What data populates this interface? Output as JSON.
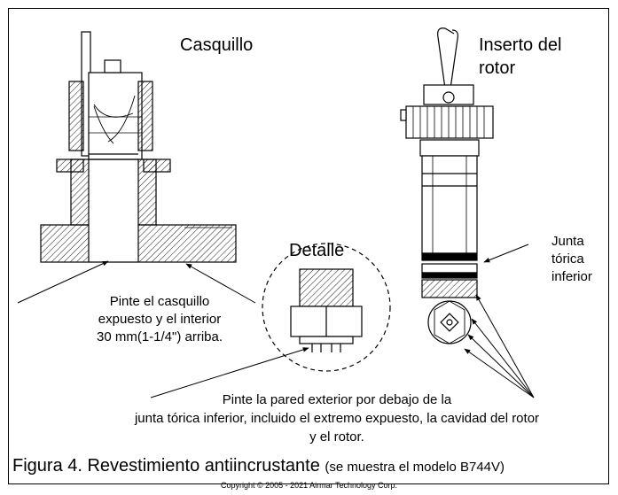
{
  "labels": {
    "casquillo": "Casquillo",
    "inserto_line1": "Inserto del",
    "inserto_line2": "rotor",
    "detalle": "Detalle",
    "junta_line1": "Junta",
    "junta_line2": "tórica",
    "junta_line3": "inferior",
    "pinte_casquillo_line1": "Pinte el casquillo",
    "pinte_casquillo_line2": "expuesto y el interior",
    "pinte_casquillo_line3": "30 mm(1-1/4\") arriba.",
    "pinte_pared_line1": "Pinte la pared exterior por debajo de la",
    "pinte_pared_line2": "junta tórica inferior, incluido el extremo expuesto, la cavidad del rotor",
    "pinte_pared_line3": "y el rotor."
  },
  "caption": {
    "main": "Figura 4. Revestimiento antiincrustante",
    "sub": "(se muestra el modelo B744V)"
  },
  "copyright": "Copyright © 2005 - 2021 Airmar Technology Corp."
}
